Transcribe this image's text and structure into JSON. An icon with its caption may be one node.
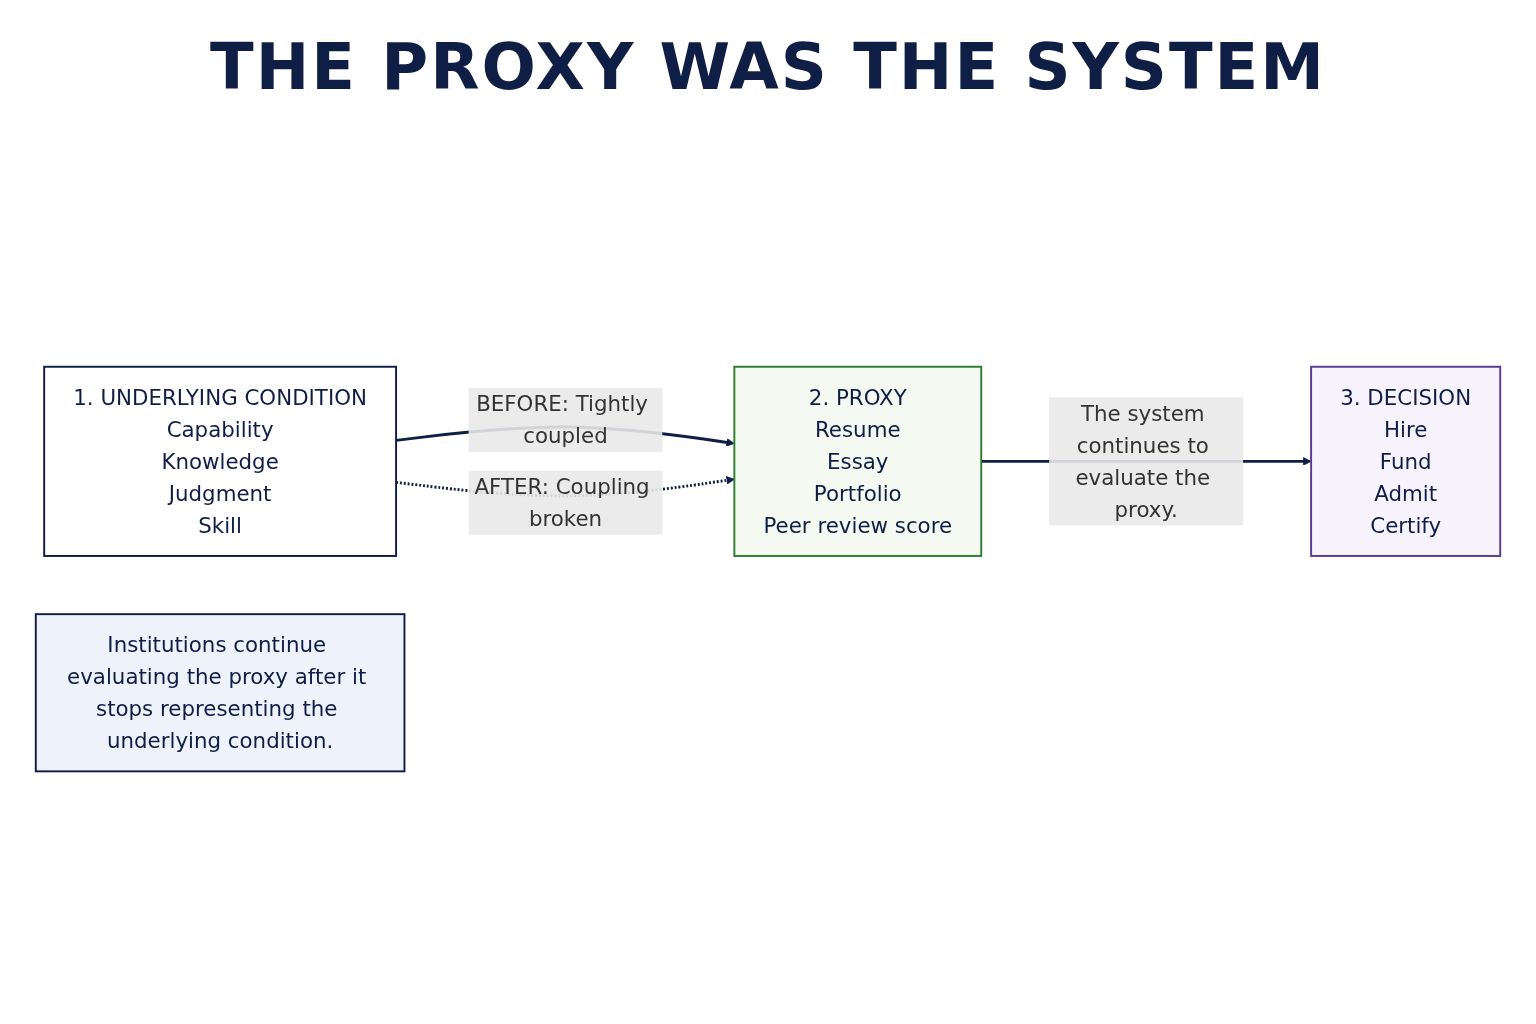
{
  "diagram": {
    "title": "THE PROXY WAS THE SYSTEM",
    "nodes": [
      {
        "text": [
          "1. UNDERLYING CONDITION",
          "Capability",
          "Knowledge",
          "Judgment",
          "Skill"
        ]
      },
      {
        "text": [
          "2. PROXY",
          "Resume",
          "Essay",
          "Portfolio",
          "Peer review score"
        ]
      },
      {
        "text": [
          "3. DECISION",
          "Hire",
          "Fund",
          "Admit",
          "Certify"
        ]
      },
      {
        "text": [
          "Institutions continue evaluating the proxy after it stops representing the underlying condition."
        ]
      }
    ],
    "edges": [
      {
        "from": 0,
        "to": 1,
        "arrow": "to",
        "label": "BEFORE: Tightly coupled"
      },
      {
        "from": 1,
        "to": 2,
        "arrow": "to",
        "label": "The system continues to evaluate the proxy."
      },
      {
        "from": 0,
        "to": 1,
        "arrow": "to",
        "style": "dashed",
        "label": "AFTER: Coupling broken"
      }
    ]
  }
}
